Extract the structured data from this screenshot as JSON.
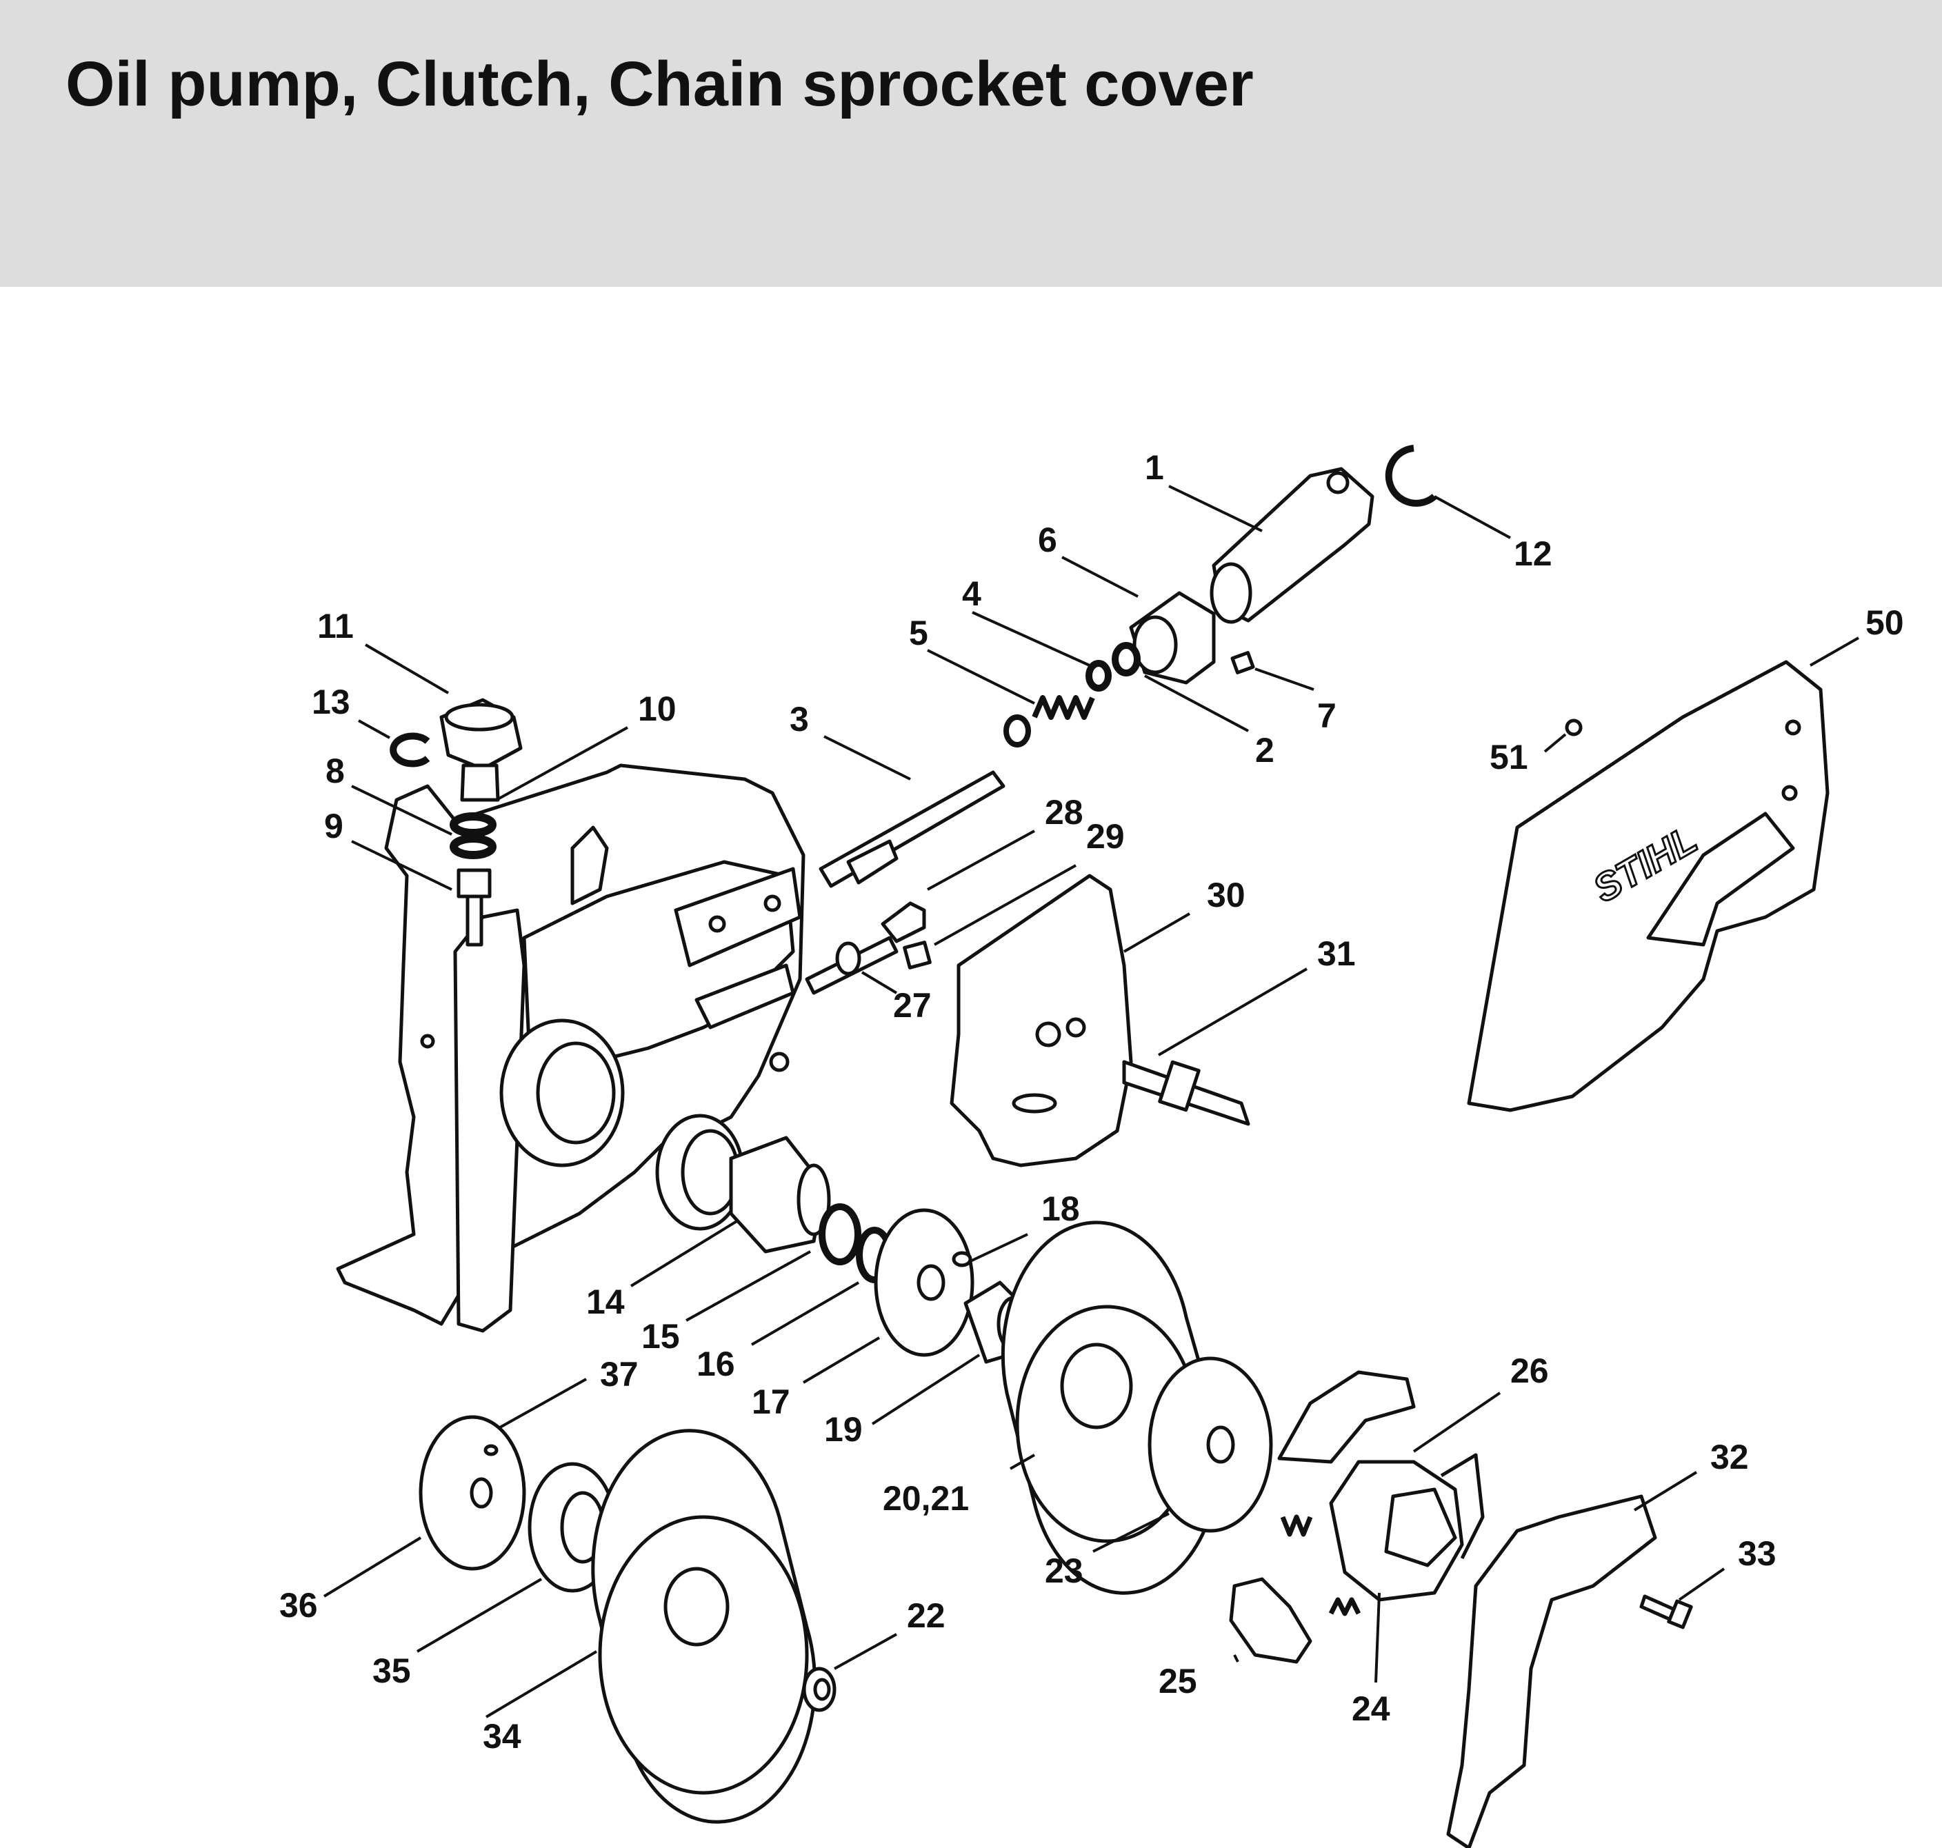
{
  "title": "Oil pump, Clutch, Chain sprocket cover",
  "brand": "STIHL",
  "callouts": {
    "c1": "1",
    "c2": "2",
    "c3": "3",
    "c4": "4",
    "c5": "5",
    "c6": "6",
    "c7": "7",
    "c8": "8",
    "c9": "9",
    "c10": "10",
    "c11": "11",
    "c12": "12",
    "c13": "13",
    "c14": "14",
    "c15": "15",
    "c16": "16",
    "c17": "17",
    "c18": "18",
    "c19": "19",
    "c20_21": "20,21",
    "c22": "22",
    "c23": "23",
    "c24": "24",
    "c25": "25",
    "c26": "26",
    "c27": "27",
    "c28": "28",
    "c29": "29",
    "c30": "30",
    "c31": "31",
    "c32": "32",
    "c33": "33",
    "c34": "34",
    "c35": "35",
    "c36": "36",
    "c37": "37",
    "c50": "50",
    "c51": "51"
  },
  "colors": {
    "header_bg": "#dcdddc",
    "ink": "#111111",
    "paper": "#ffffff"
  }
}
